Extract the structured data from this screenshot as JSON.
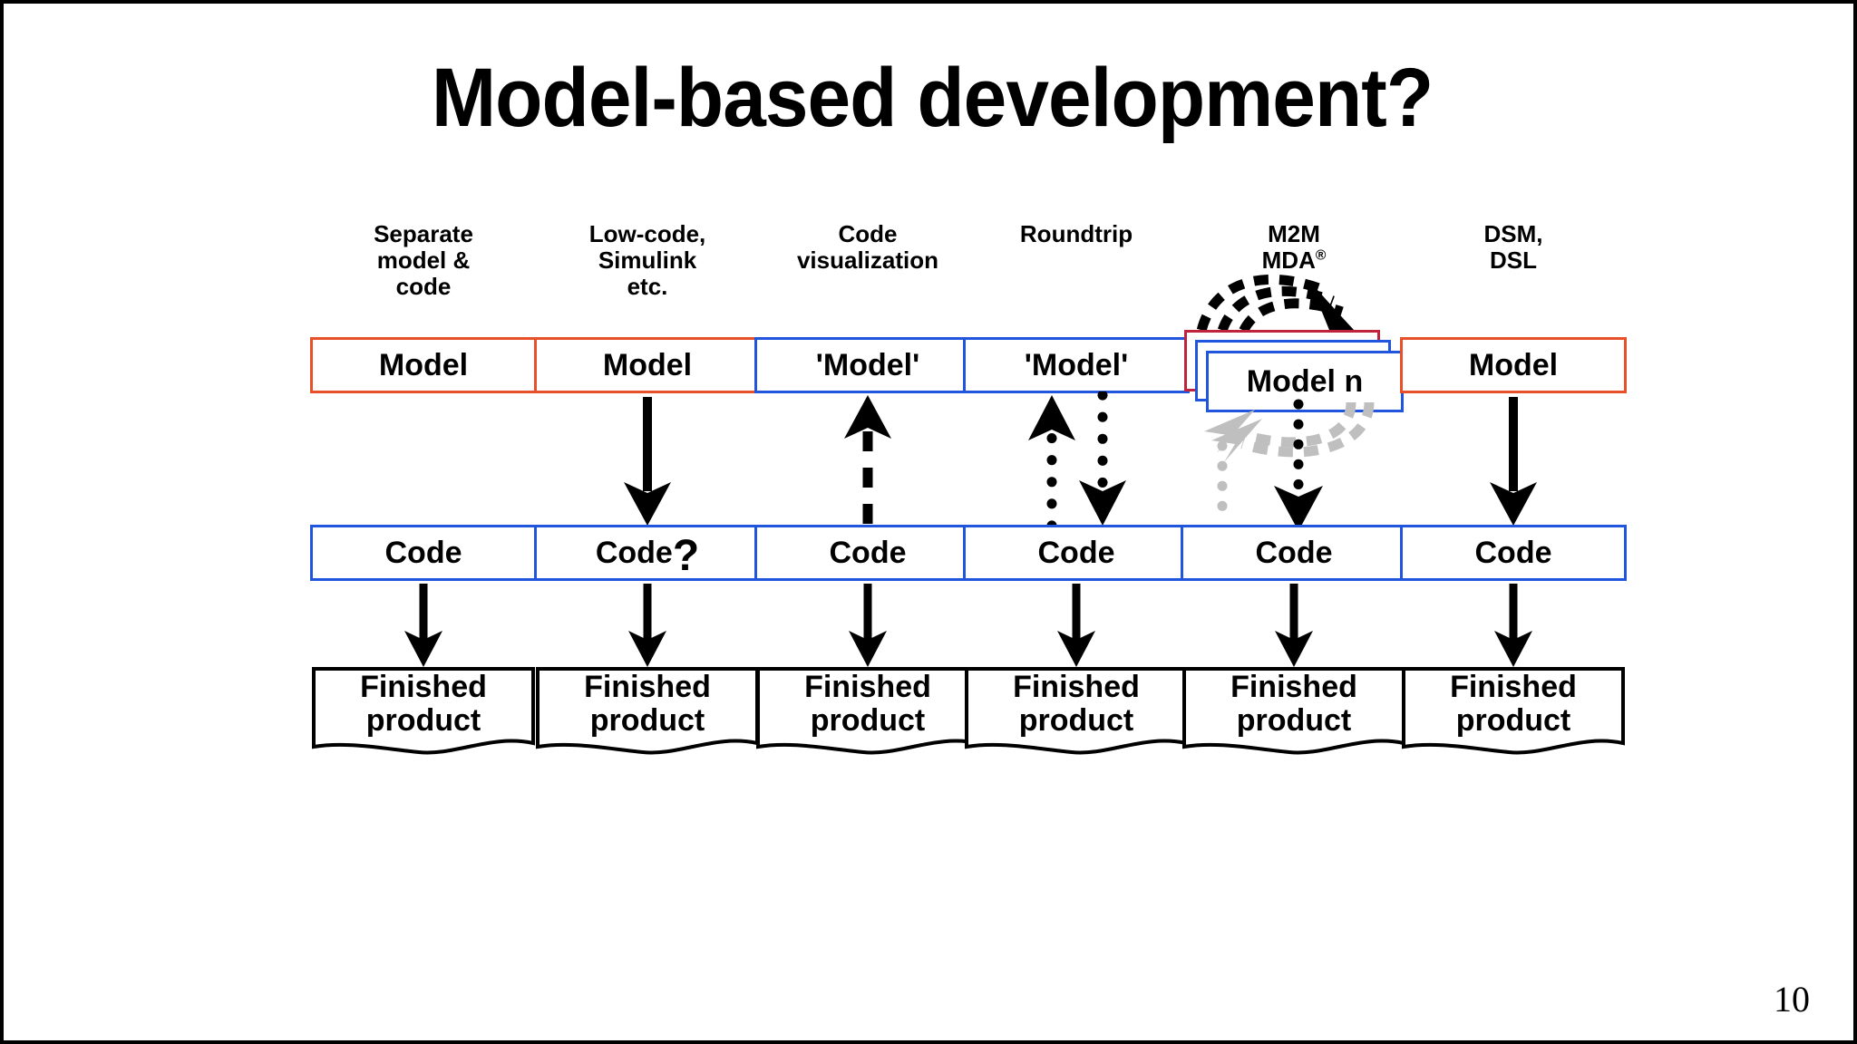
{
  "slide": {
    "title": "Model-based development?",
    "page_number": "10",
    "border_color": "#000000",
    "background": "#ffffff"
  },
  "palette": {
    "model_red": "#E8502A",
    "model_stack_red": "#C0243C",
    "code_blue": "#2255DD",
    "arrow_black": "#000000",
    "arrow_gray": "#BFBFBF"
  },
  "columns": [
    {
      "id": "separate-model-and-code",
      "header": "Separate\nmodel &\ncode",
      "header_lines": [
        "Separate",
        "model &",
        "code"
      ],
      "model_label": "Model",
      "model_border": "red",
      "code_label": "Code",
      "code_border": "blue",
      "product_label": "Finished\nproduct",
      "product_lines": [
        "Finished",
        "product"
      ],
      "model_to_code_arrow": "none",
      "code_to_product_arrow": "solid-down"
    },
    {
      "id": "low-code-simulink",
      "header": "Low-code,\nSimulink\netc.",
      "header_lines": [
        "Low-code,",
        "Simulink",
        "etc."
      ],
      "model_label": "Model",
      "model_border": "red",
      "code_label": "Code",
      "code_suffix": "?",
      "code_border": "blue",
      "product_label": "Finished\nproduct",
      "product_lines": [
        "Finished",
        "product"
      ],
      "model_to_code_arrow": "solid-down",
      "code_to_product_arrow": "solid-down"
    },
    {
      "id": "code-visualization",
      "header": "Code\nvisualization",
      "header_lines": [
        "Code",
        "visualization"
      ],
      "model_label": "'Model'",
      "model_border": "blue",
      "code_label": "Code",
      "code_border": "blue",
      "product_label": "Finished\nproduct",
      "product_lines": [
        "Finished",
        "product"
      ],
      "model_to_code_arrow": "dashed-up",
      "code_to_product_arrow": "solid-down"
    },
    {
      "id": "roundtrip",
      "header": "Roundtrip",
      "header_lines": [
        "Roundtrip"
      ],
      "model_label": "'Model'",
      "model_border": "blue",
      "code_label": "Code",
      "code_border": "blue",
      "product_label": "Finished\nproduct",
      "product_lines": [
        "Finished",
        "product"
      ],
      "model_to_code_arrow": "dotted-up-and-dotted-down",
      "code_to_product_arrow": "solid-down"
    },
    {
      "id": "m2m-mda",
      "header": "M2M\nMDA®",
      "header_lines": [
        "M2M",
        "MDA"
      ],
      "header_superscript": "®",
      "model_label": "Model n",
      "model_border": "blue",
      "model_stack": [
        "",
        "",
        "Model n"
      ],
      "code_label": "Code",
      "code_border": "blue",
      "product_label": "Finished\nproduct",
      "product_lines": [
        "Finished",
        "product"
      ],
      "model_to_code_arrow": "dotted-down-with-curves",
      "code_to_product_arrow": "solid-down"
    },
    {
      "id": "dsm-dsl",
      "header": "DSM,\nDSL",
      "header_lines": [
        "DSM,",
        "DSL"
      ],
      "model_label": "Model",
      "model_border": "red",
      "code_label": "Code",
      "code_border": "blue",
      "product_label": "Finished\nproduct",
      "product_lines": [
        "Finished",
        "product"
      ],
      "model_to_code_arrow": "solid-down",
      "code_to_product_arrow": "solid-down"
    }
  ]
}
